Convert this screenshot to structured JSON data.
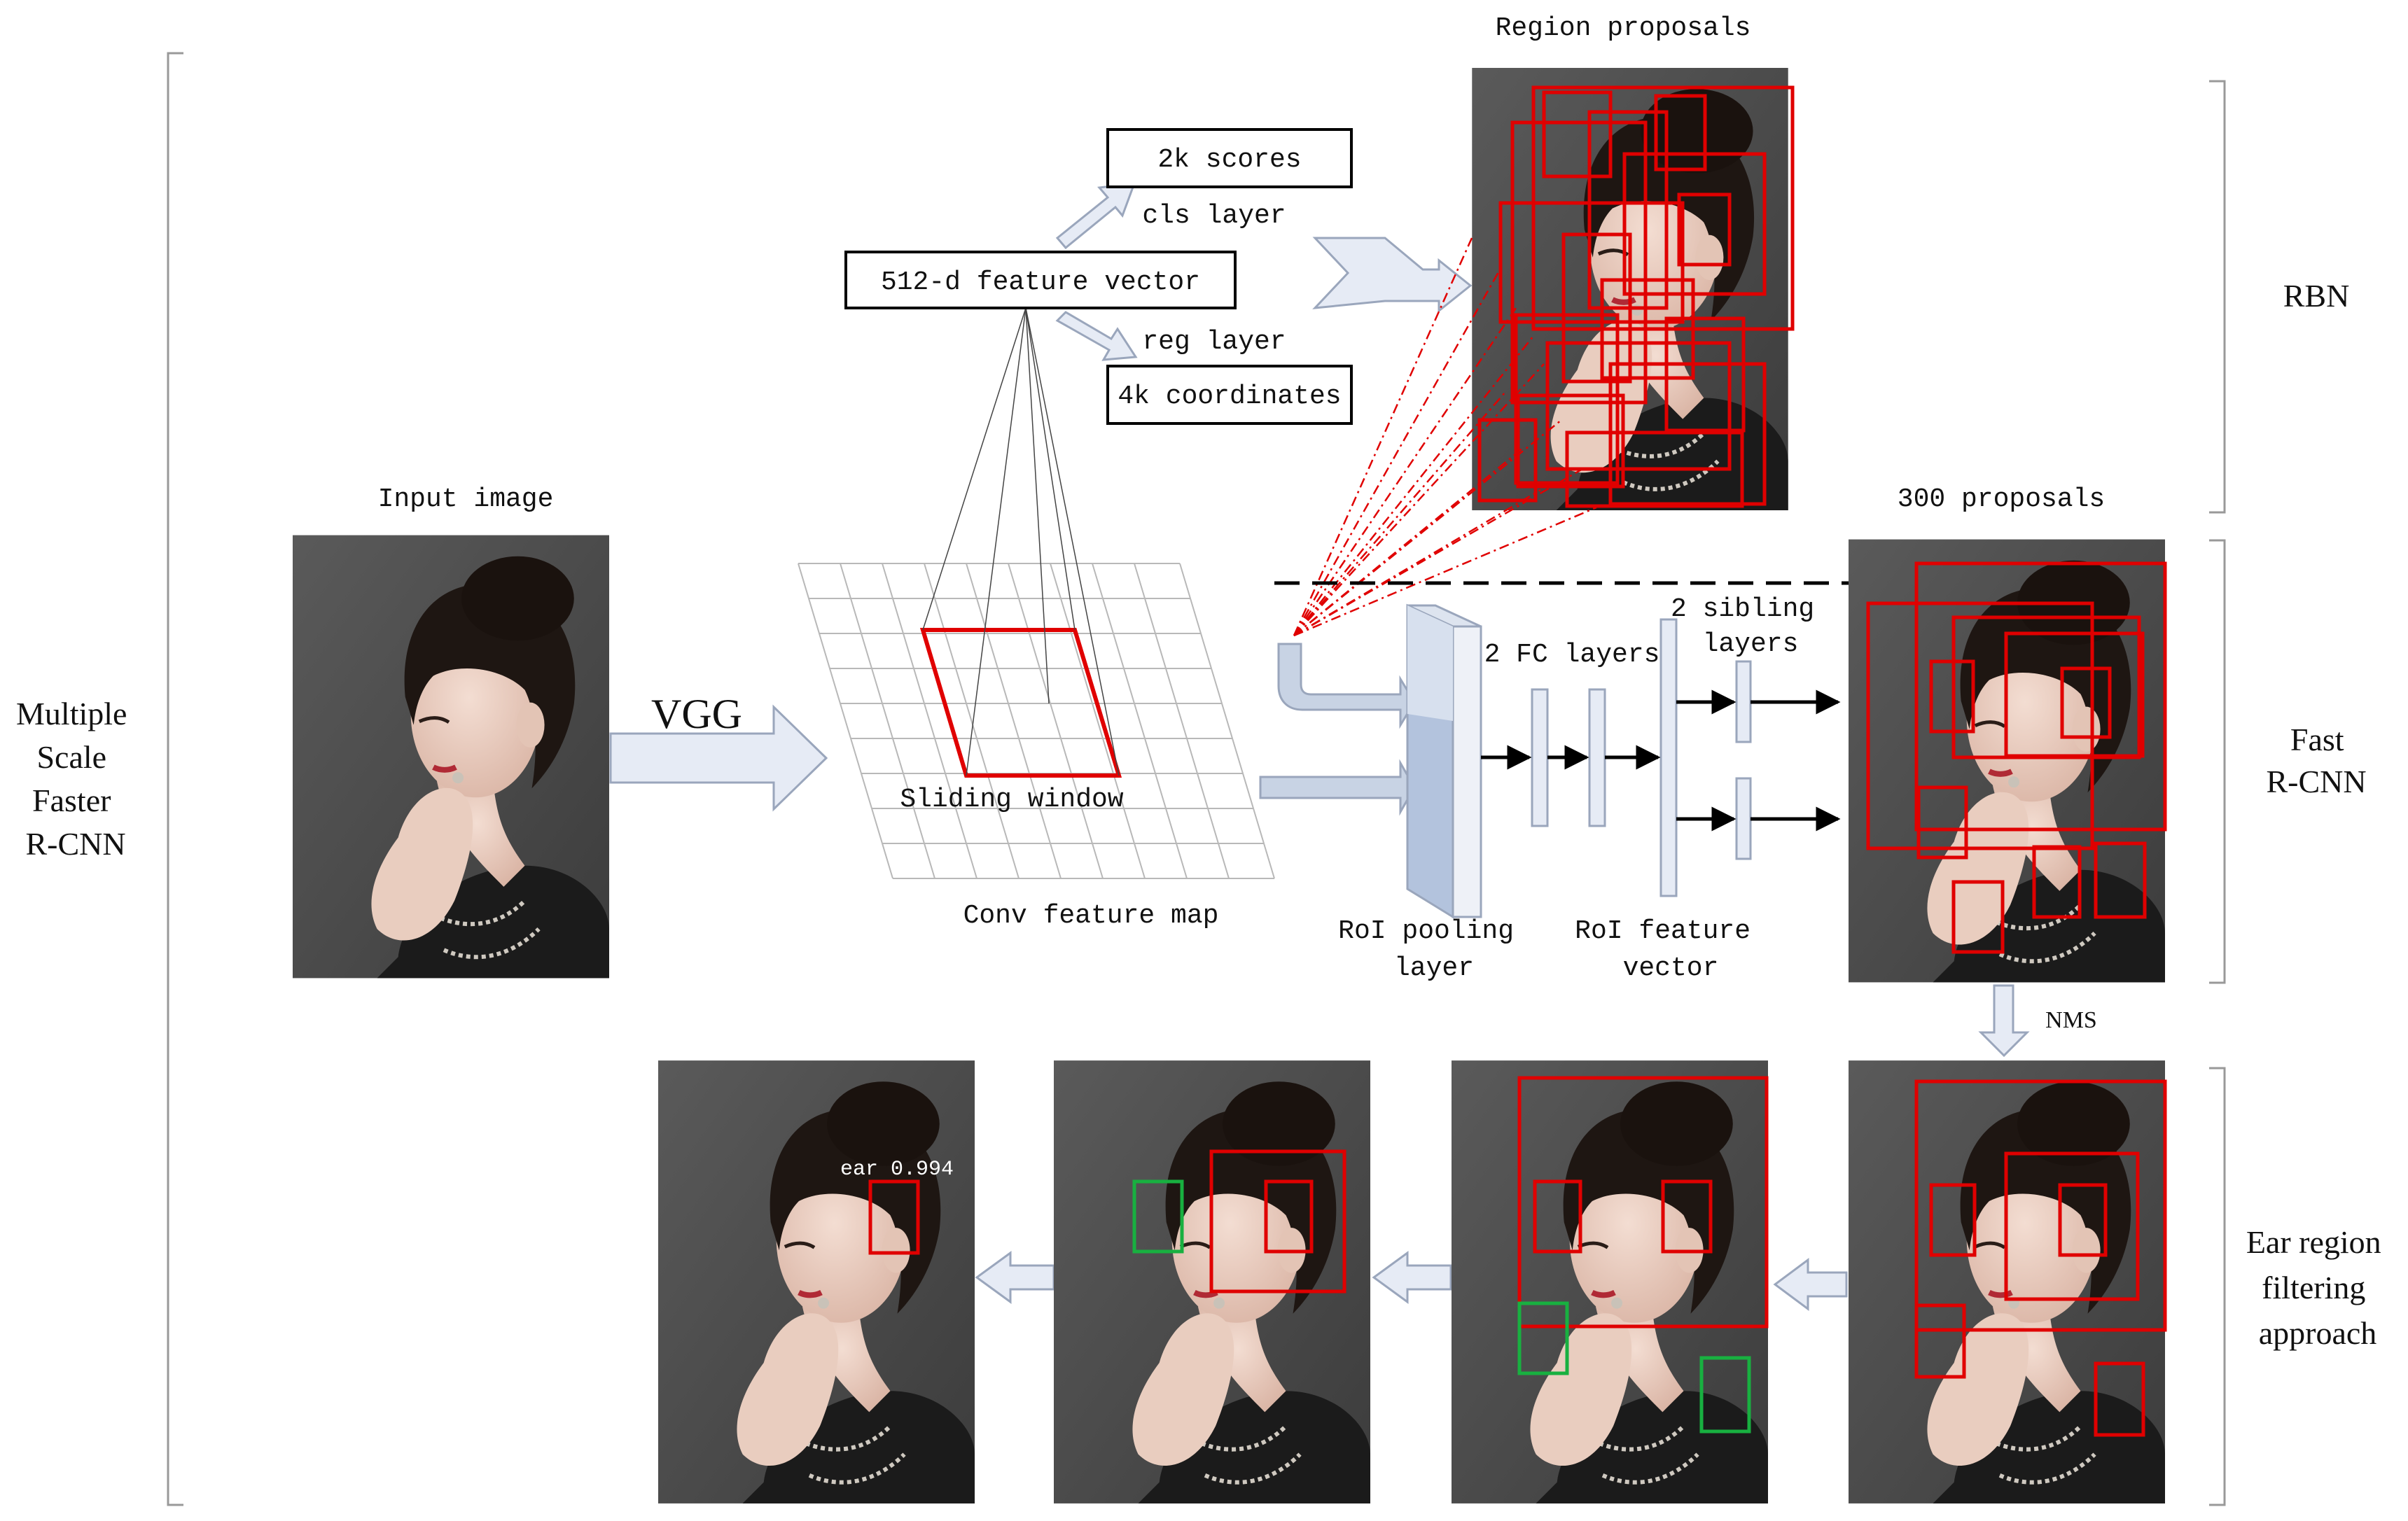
{
  "left_label": [
    "Multiple",
    "Scale",
    "Faster",
    "R-CNN"
  ],
  "stage_labels": {
    "rbn": "RBN",
    "fast_rcnn": [
      "Fast",
      "R-CNN"
    ],
    "ear_filter": [
      "Ear region",
      "filtering",
      "approach"
    ]
  },
  "input_image_label": "Input image",
  "backbone_label": "VGG",
  "sliding_window_label": "Sliding window",
  "conv_map_label": "Conv feature map",
  "feature_vector_label": "512-d feature vector",
  "cls_layer_label": "cls layer",
  "reg_layer_label": "reg layer",
  "scores_label": "2k scores",
  "coords_label": "4k coordinates",
  "region_proposals_label": "Region proposals",
  "proposals_300_label": "300 proposals",
  "fc_layers_label": "2 FC layers",
  "sibling_layers_label": [
    "2 sibling",
    "layers"
  ],
  "roi_pool_label": [
    "RoI pooling",
    "layer"
  ],
  "roi_feature_label": [
    "RoI feature",
    "vector"
  ],
  "nms_label": "NMS",
  "detection_label": "ear 0.994",
  "colors": {
    "proposal_box": "#e00000",
    "filtered_box": "#18b040",
    "arrow_fill": "#e6ebf5",
    "arrow_stroke": "#9aa6bc",
    "background_photo": "#4d4d4d"
  }
}
